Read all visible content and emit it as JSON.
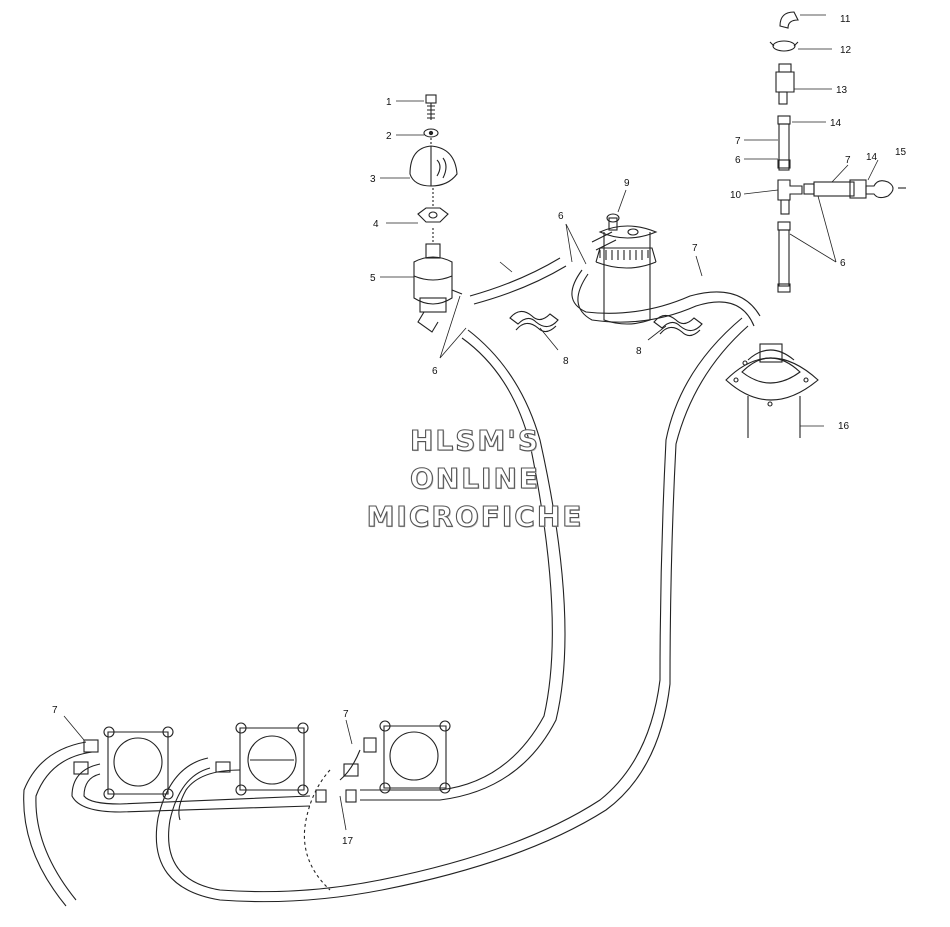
{
  "watermark": {
    "line1": "HLSM'S",
    "line2": "ONLINE",
    "line3": "MICROFICHE"
  },
  "callouts": {
    "c1": "1",
    "c2": "2",
    "c3": "3",
    "c4": "4",
    "c5": "5",
    "c6a": "6",
    "c6b": "6",
    "c6c": "6",
    "c6d": "6",
    "c7a": "7",
    "c7b": "7",
    "c7c": "7",
    "c7d": "7",
    "c7e": "7",
    "c8a": "8",
    "c8b": "8",
    "c9": "9",
    "c10": "10",
    "c11": "11",
    "c12": "12",
    "c13": "13",
    "c14a": "14",
    "c14b": "14",
    "c15": "15",
    "c16": "16",
    "c17": "17"
  }
}
